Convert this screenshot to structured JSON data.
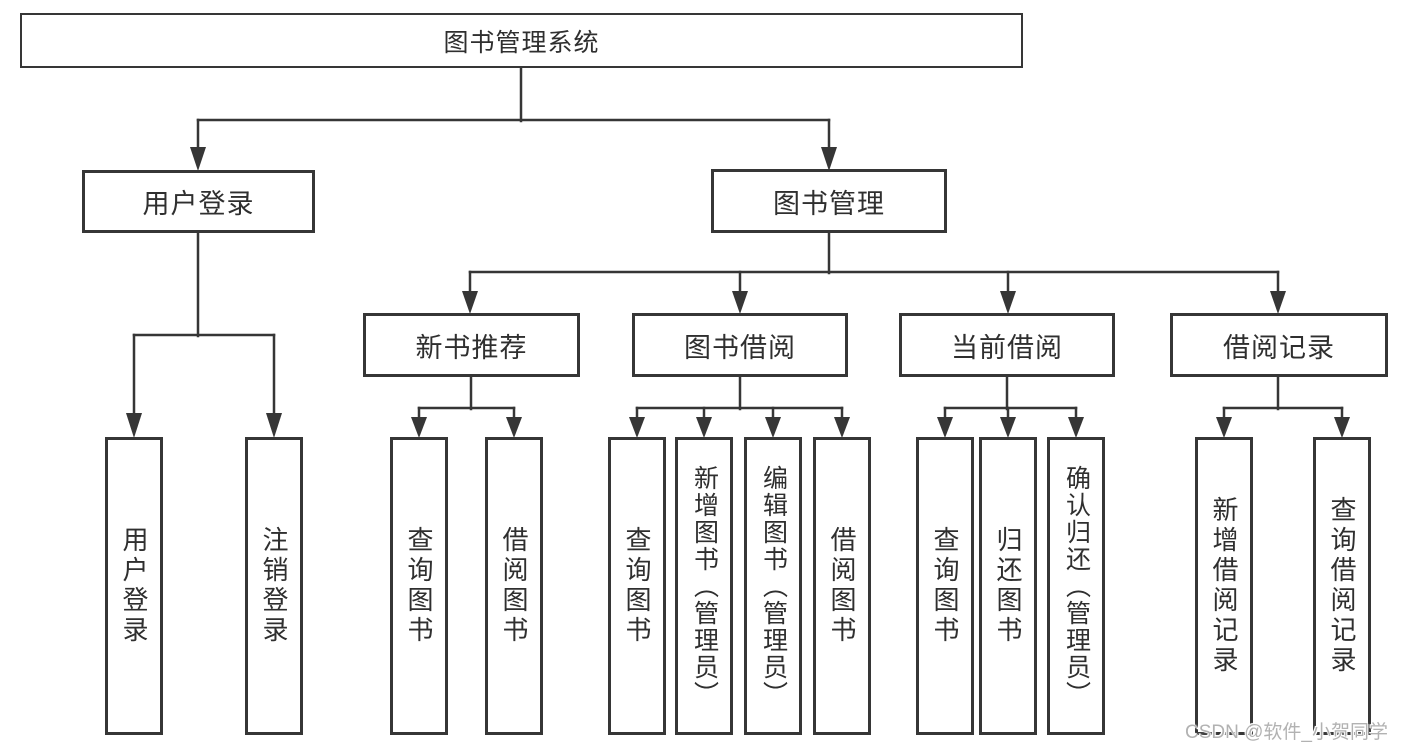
{
  "tree": {
    "root": {
      "label": "图书管理系统"
    },
    "children": [
      {
        "label": "用户登录",
        "children": [
          {
            "label": "用户登录"
          },
          {
            "label": "注销登录"
          }
        ]
      },
      {
        "label": "图书管理",
        "children": [
          {
            "label": "新书推荐",
            "children": [
              {
                "label": "查询图书"
              },
              {
                "label": "借阅图书"
              }
            ]
          },
          {
            "label": "图书借阅",
            "children": [
              {
                "label": "查询图书"
              },
              {
                "label": "新增图书（管理员）"
              },
              {
                "label": "编辑图书（管理员）"
              },
              {
                "label": "借阅图书"
              }
            ]
          },
          {
            "label": "当前借阅",
            "children": [
              {
                "label": "查询图书"
              },
              {
                "label": "归还图书"
              },
              {
                "label": "确认归还（管理员）"
              }
            ]
          },
          {
            "label": "借阅记录",
            "children": [
              {
                "label": "新增借阅记录"
              },
              {
                "label": "查询借阅记录"
              }
            ]
          }
        ]
      }
    ]
  },
  "colors": {
    "line": "#363636",
    "text": "#2f2f2f",
    "background": "#ffffff",
    "watermark": "#b2b2b2"
  },
  "watermark": {
    "text": "CSDN @软件_小贺同学"
  }
}
